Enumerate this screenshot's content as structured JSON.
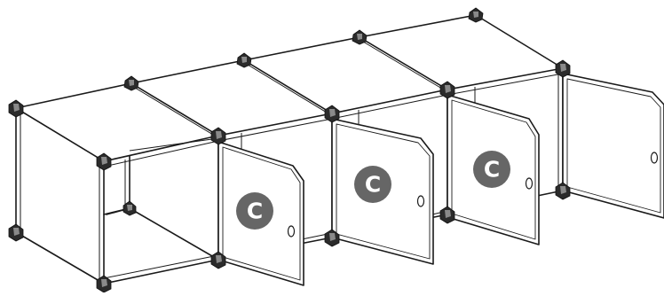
{
  "illustration": {
    "badges": [
      {
        "label": "C"
      },
      {
        "label": "C"
      },
      {
        "label": "C"
      }
    ]
  }
}
